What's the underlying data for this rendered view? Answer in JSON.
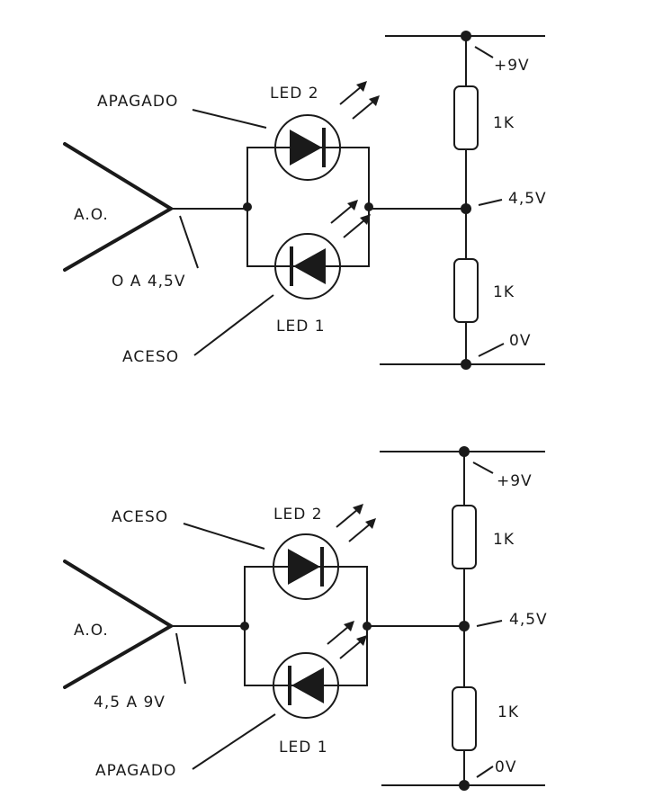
{
  "circuits": [
    {
      "id": "top",
      "opamp_label": "A.O.",
      "output_label": "O A 4,5V",
      "led_top": {
        "name": "LED 2",
        "state": "APAGADO"
      },
      "led_bottom": {
        "name": "LED 1",
        "state": "ACESO"
      },
      "supply_label": "+9V",
      "mid_label": "4,5V",
      "ground_label": "0V",
      "r_top_label": "1K",
      "r_bottom_label": "1K"
    },
    {
      "id": "bottom",
      "opamp_label": "A.O.",
      "output_label": "4,5 A 9V",
      "led_top": {
        "name": "LED 2",
        "state": "ACESO"
      },
      "led_bottom": {
        "name": "LED 1",
        "state": "APAGADO"
      },
      "supply_label": "+9V",
      "mid_label": "4,5V",
      "ground_label": "0V",
      "r_top_label": "1K",
      "r_bottom_label": "1K"
    }
  ]
}
